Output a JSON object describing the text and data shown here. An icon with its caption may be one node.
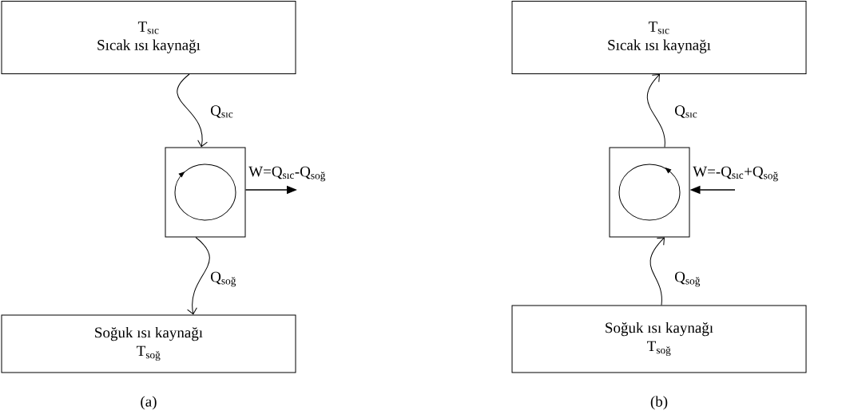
{
  "diagram": {
    "nodes": [
      {
        "text": [
          "T$_{sıc}$",
          "Sıcak ısı kaynağı"
        ]
      },
      {
        "text": [],
        "shape": "box"
      },
      {
        "text": [
          "Soğuk ısı kaynağı",
          "T$_{soğ}$"
        ]
      },
      {
        "text": [
          "T$_{sıc}$",
          "Sıcak ısı kaynağı"
        ]
      },
      {
        "text": [],
        "shape": "box"
      },
      {
        "text": [
          "Soğuk ısı kaynağı",
          "T$_{soğ}$"
        ]
      }
    ],
    "edges": [
      {
        "from": 0,
        "to": 1,
        "arrow": "to",
        "label": "Q$_{sıc}$"
      },
      {
        "from": 1,
        "to": 2,
        "arrow": "to",
        "label": "Q$_{soğ}$"
      },
      {
        "from": 1,
        "to": null,
        "arrow": "to",
        "label": "W=Q$_{sıc}$-Q$_{soğ}$"
      },
      {
        "from": 4,
        "to": 3,
        "arrow": "to",
        "label": "Q$_{sıc}$"
      },
      {
        "from": 5,
        "to": 4,
        "arrow": "to",
        "label": "Q$_{soğ}$"
      },
      {
        "from": null,
        "to": 4,
        "arrow": "to",
        "label": "W=-Q$_{sıc}$+Q$_{soğ}$"
      }
    ],
    "labels": [
      "(a)",
      "(b)"
    ]
  }
}
